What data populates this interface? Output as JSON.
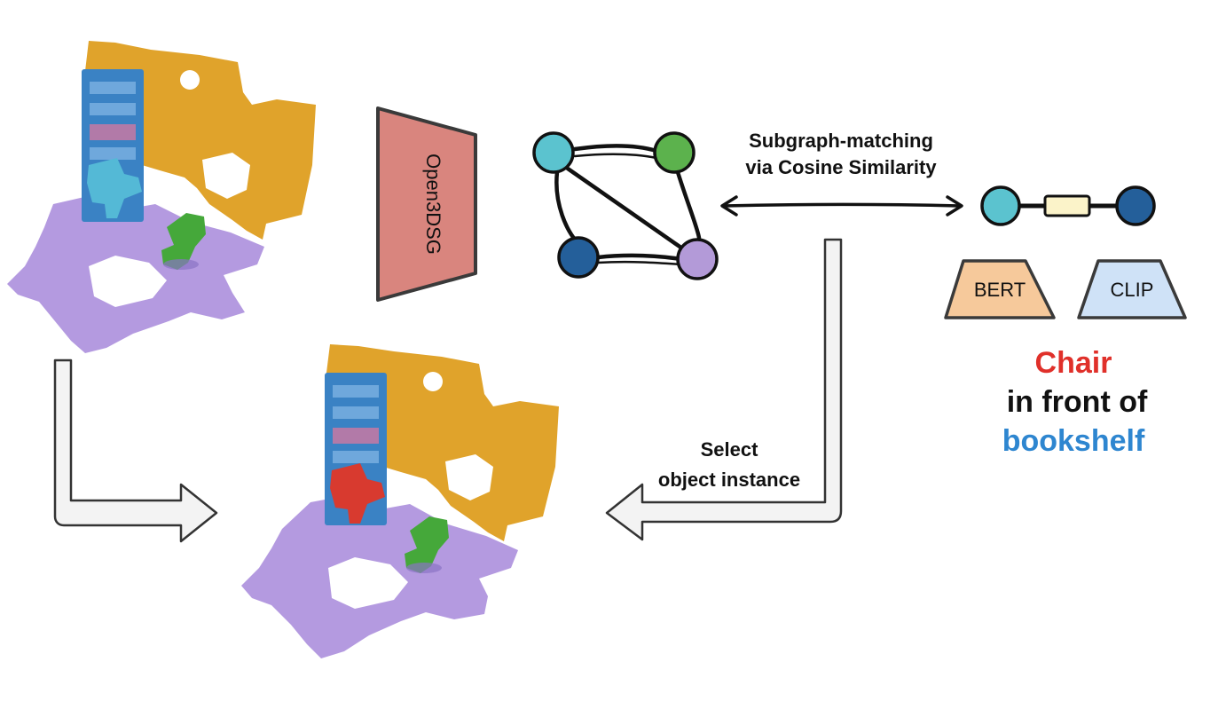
{
  "encoder": {
    "label": "Open3DSG",
    "fill": "#d9857e"
  },
  "matching": {
    "line1": "Subgraph-matching",
    "line2": "via Cosine Similarity"
  },
  "selection": {
    "line1": "Select",
    "line2": "object instance"
  },
  "models": {
    "bert": {
      "label": "BERT",
      "fill": "#f6c99b"
    },
    "clip": {
      "label": "CLIP",
      "fill": "#cfe2f7"
    }
  },
  "query": {
    "subject": "Chair",
    "relation": "in front of",
    "object": "bookshelf",
    "subject_color": "#e0302a",
    "object_color": "#2e86d0"
  },
  "graph": {
    "node_colors": {
      "chair": "#5bc3cf",
      "green_node": "#5cb24d",
      "bookshelf": "#245f9a",
      "floor": "#b39ad8"
    },
    "relation_edge_fill": "#fbf3c9"
  },
  "scene_colors": {
    "wall": "#e0a32b",
    "floor": "#b49ae0",
    "bookshelf": "#3a82c4",
    "chair_query": "#54b9d6",
    "chair_selected": "#d83a2f",
    "chair_other": "#45a83a",
    "books": "#b27aa8"
  }
}
